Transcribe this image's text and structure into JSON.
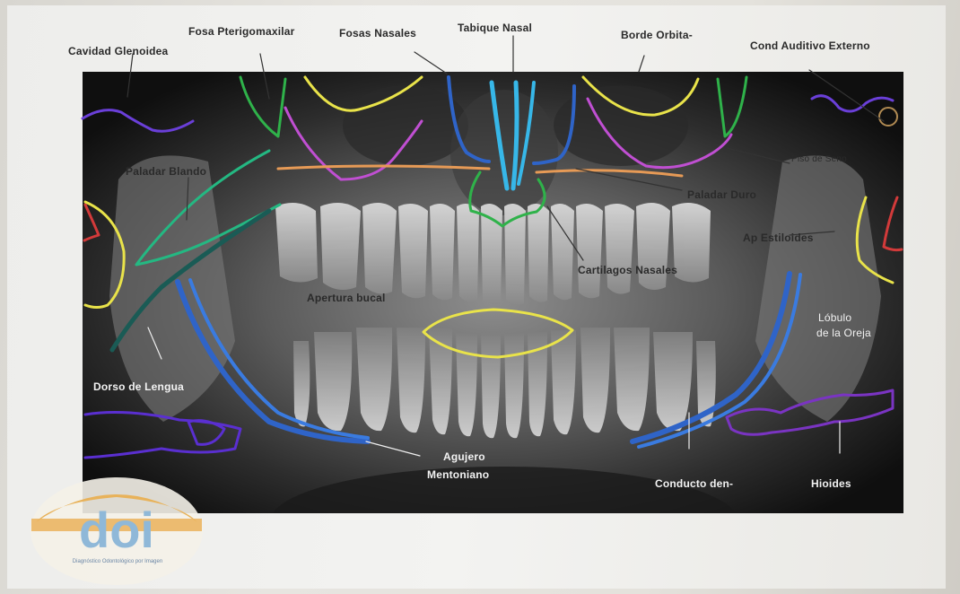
{
  "labels": {
    "cavidad_glenoidea": "Cavidad Glenoidea",
    "fosa_pterigomaxilar": "Fosa Pterigomaxilar",
    "fosas_nasales": "Fosas Nasales",
    "tabique_nasal": "Tabique Nasal",
    "borde_orbitario": "Borde Orbita-",
    "cond_auditivo_externo": "Cond Auditivo Externo",
    "paladar_blando": "Paladar Blando",
    "piso_de_seno": "Piso de Seno",
    "paladar_duro": "Paladar Duro",
    "ap_estiloides": "Ap Estiloides",
    "cartilagos_nasales": "Cartilagos Nasales",
    "apertura_bucal": "Apertura bucal",
    "lobulo_oreja_1": "Lóbulo",
    "lobulo_oreja_2": "de la Oreja",
    "dorso_de_lengua": "Dorso de Lengua",
    "agujero_1": "Agujero",
    "agujero_2": "Mentoniano",
    "conducto_dentario": "Conducto den-",
    "hioides": "Hioides"
  },
  "logo": {
    "text": "doi",
    "tagline": "Diagnóstico Odontológico por Imagen"
  },
  "colors": {
    "yellow": "#e9e34a",
    "green": "#2fb24a",
    "magenta": "#c04fd2",
    "purple": "#6a3fd8",
    "blue": "#2f64c8",
    "light_blue": "#37b7e8",
    "orange": "#e69a56",
    "teal": "#1f9a6a",
    "red": "#d23a3a"
  }
}
